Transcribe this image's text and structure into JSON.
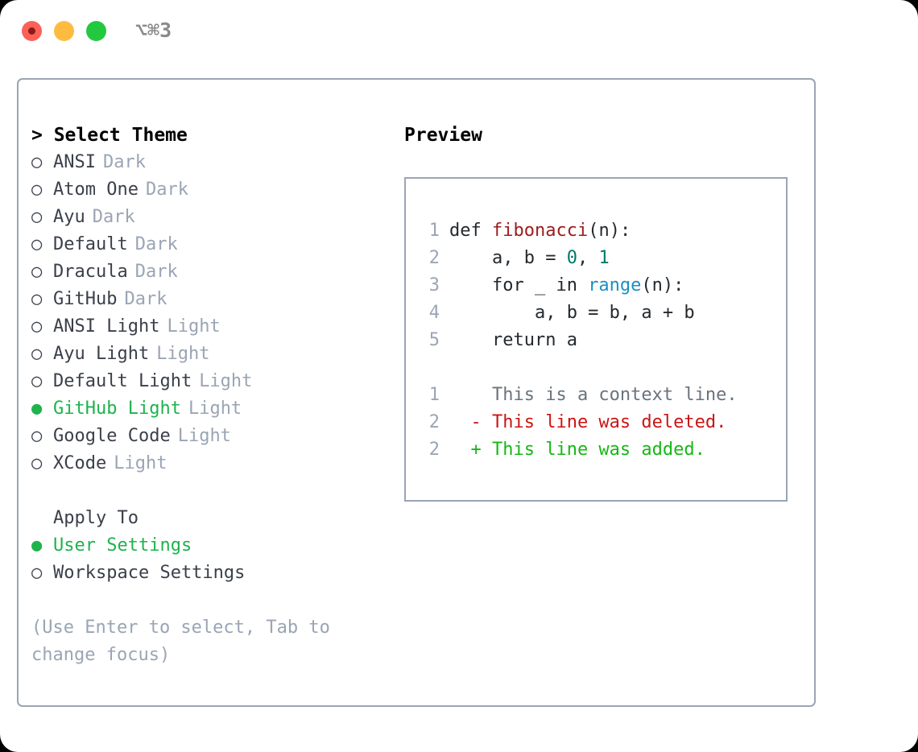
{
  "titlebar": {
    "shortcut": "⌥⌘3",
    "buttons": [
      {
        "name": "close",
        "color": "#fc6058"
      },
      {
        "name": "minimize",
        "color": "#fdbc40"
      },
      {
        "name": "zoom",
        "color": "#22c93f"
      }
    ]
  },
  "theme_picker": {
    "heading": "> Select Theme",
    "marker_selected": "●",
    "marker_unselected": "○",
    "selected_color": "#1eb34c",
    "tag_color": "#9aa5b4",
    "items": [
      {
        "label": "ANSI",
        "tag": "Dark",
        "selected": false
      },
      {
        "label": "Atom One",
        "tag": "Dark",
        "selected": false
      },
      {
        "label": "Ayu",
        "tag": "Dark",
        "selected": false
      },
      {
        "label": "Default",
        "tag": "Dark",
        "selected": false
      },
      {
        "label": "Dracula",
        "tag": "Dark",
        "selected": false
      },
      {
        "label": "GitHub",
        "tag": "Dark",
        "selected": false
      },
      {
        "label": "ANSI Light",
        "tag": "Light",
        "selected": false
      },
      {
        "label": "Ayu Light",
        "tag": "Light",
        "selected": false
      },
      {
        "label": "Default Light",
        "tag": "Light",
        "selected": false
      },
      {
        "label": "GitHub Light",
        "tag": "Light",
        "selected": true
      },
      {
        "label": "Google Code",
        "tag": "Light",
        "selected": false
      },
      {
        "label": "XCode",
        "tag": "Light",
        "selected": false
      }
    ]
  },
  "apply_to": {
    "heading": "Apply To",
    "items": [
      {
        "label": "User Settings",
        "selected": true
      },
      {
        "label": "Workspace Settings",
        "selected": false
      }
    ]
  },
  "hint": "(Use Enter to select, Tab to change focus)",
  "preview": {
    "title": "Preview",
    "code_lines": [
      {
        "no": "1",
        "segments": [
          {
            "text": "def ",
            "type": "plain"
          },
          {
            "text": "fibonacci",
            "type": "fn"
          },
          {
            "text": "(n):",
            "type": "plain"
          }
        ]
      },
      {
        "no": "2",
        "segments": [
          {
            "text": "    a, b = ",
            "type": "plain"
          },
          {
            "text": "0",
            "type": "num"
          },
          {
            "text": ", ",
            "type": "plain"
          },
          {
            "text": "1",
            "type": "num"
          }
        ]
      },
      {
        "no": "3",
        "segments": [
          {
            "text": "    for _ in ",
            "type": "plain"
          },
          {
            "text": "range",
            "type": "call"
          },
          {
            "text": "(n):",
            "type": "plain"
          }
        ]
      },
      {
        "no": "4",
        "segments": [
          {
            "text": "        a, b = b, a + b",
            "type": "plain"
          }
        ]
      },
      {
        "no": "5",
        "segments": [
          {
            "text": "    return a",
            "type": "plain"
          }
        ]
      }
    ],
    "diff_lines": [
      {
        "no": "1",
        "marker": " ",
        "text": "This is a context line.",
        "kind": "context"
      },
      {
        "no": "2",
        "marker": "-",
        "text": "This line was deleted.",
        "kind": "deleted"
      },
      {
        "no": "2",
        "marker": "+",
        "text": "This line was added.",
        "kind": "added"
      }
    ],
    "diff_colors": {
      "context": "#6a737d",
      "deleted": "#cc1414",
      "added": "#15b814"
    }
  }
}
